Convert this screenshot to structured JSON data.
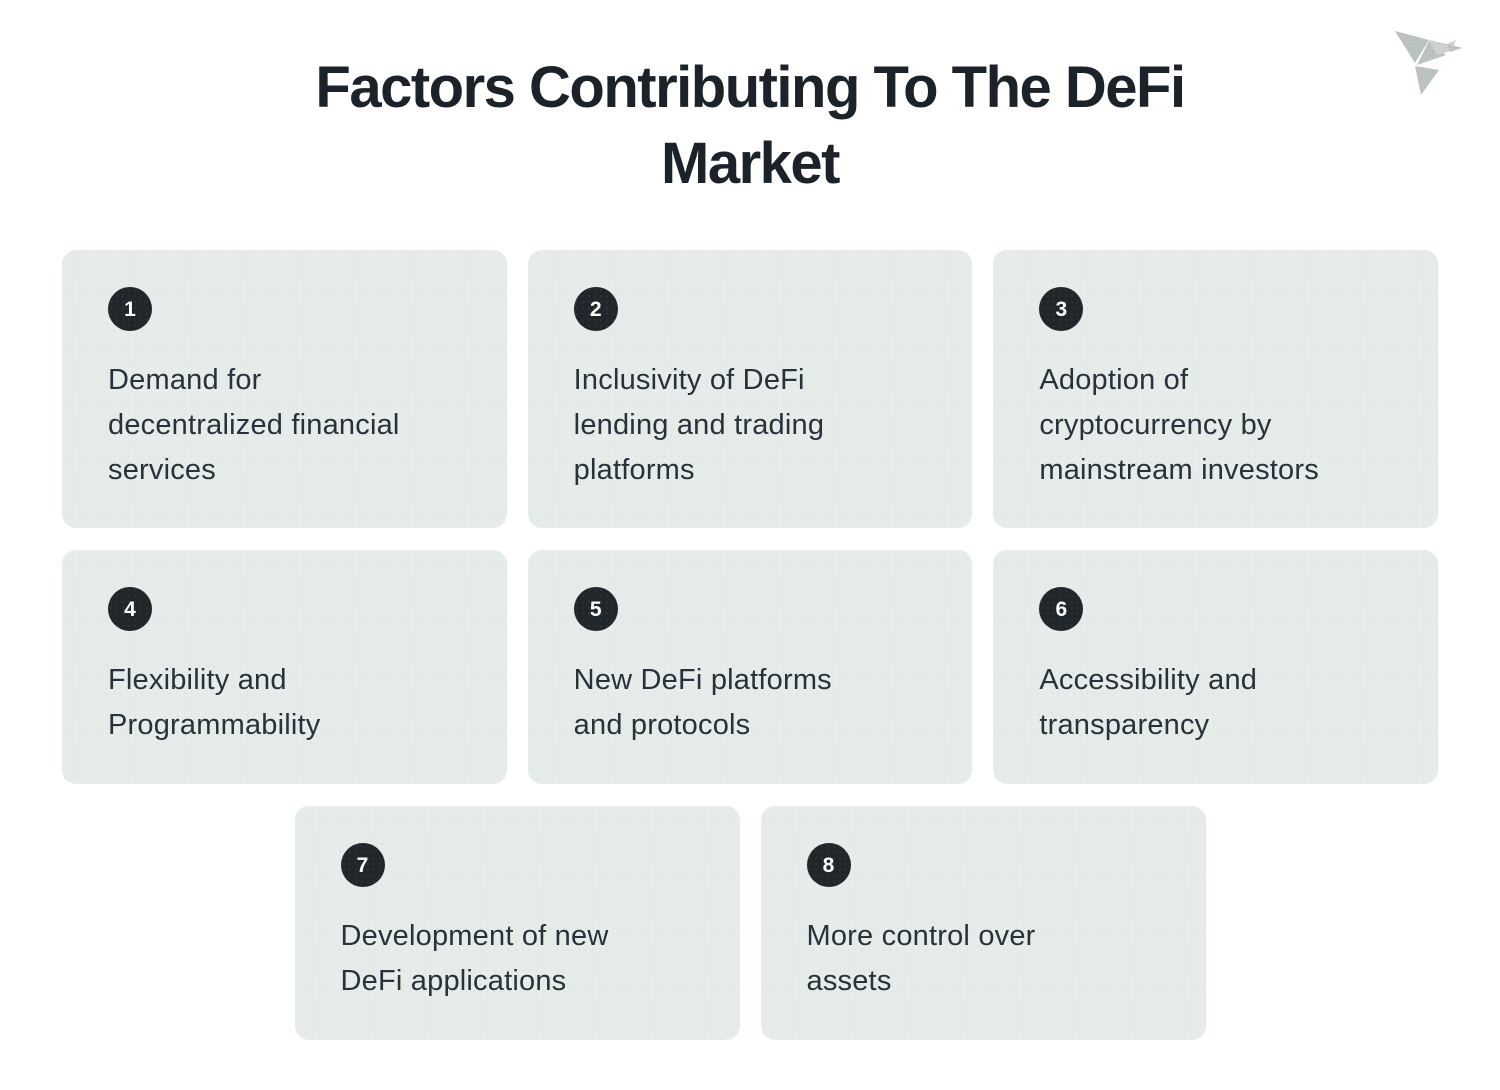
{
  "title": {
    "line1": "Factors Contributing To The DeFi",
    "line2": "Market"
  },
  "logo": {
    "icon": "origami-bird-icon"
  },
  "colors": {
    "page_background": "#ffffff",
    "card_background": "#e5ecea",
    "badge_background": "#20262a",
    "badge_number": "#ffffff",
    "title_text": "#1b222a",
    "body_text": "#28323b",
    "logo_gray": "#bcc3c2",
    "logo_gray_light": "#cdd3d2"
  },
  "cards": [
    {
      "number": "1",
      "lines": [
        "Demand for",
        "decentralized financial",
        "services"
      ]
    },
    {
      "number": "2",
      "lines": [
        "Inclusivity of DeFi",
        "lending and trading",
        "platforms"
      ]
    },
    {
      "number": "3",
      "lines": [
        "Adoption of",
        "cryptocurrency by",
        "mainstream investors"
      ]
    },
    {
      "number": "4",
      "lines": [
        "Flexibility and",
        "Programmability"
      ]
    },
    {
      "number": "5",
      "lines": [
        "New DeFi platforms",
        "and protocols"
      ]
    },
    {
      "number": "6",
      "lines": [
        "Accessibility and",
        "transparency"
      ]
    },
    {
      "number": "7",
      "lines": [
        "Development of new",
        "DeFi applications"
      ]
    },
    {
      "number": "8",
      "lines": [
        "More control over",
        "assets"
      ]
    }
  ]
}
